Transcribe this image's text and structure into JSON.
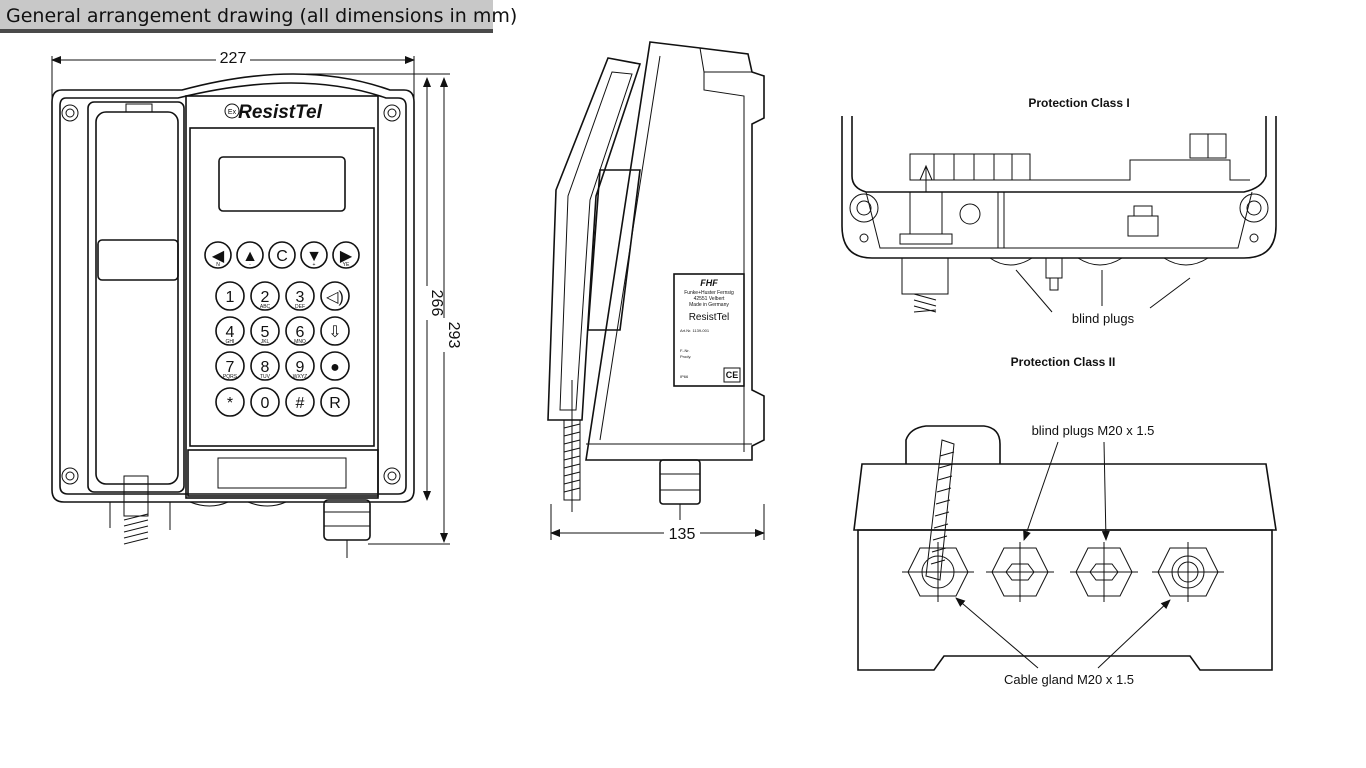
{
  "header": {
    "title": "General arrangement drawing (all dimensions in mm)"
  },
  "front_view": {
    "brand_logo": "ResistTel",
    "dim_width": "227",
    "dim_height_inner": "266",
    "dim_height_outer": "293",
    "keypad": {
      "nav_keys": [
        {
          "symbol": "◀",
          "sub": "N"
        },
        {
          "symbol": "▲",
          "sub": "-"
        },
        {
          "symbol": "C",
          "sub": ""
        },
        {
          "symbol": "▼",
          "sub": "+"
        },
        {
          "symbol": "▶",
          "sub": "YE"
        }
      ],
      "rows": [
        [
          {
            "symbol": "1",
            "sub": ""
          },
          {
            "symbol": "2",
            "sub": "ABC"
          },
          {
            "symbol": "3",
            "sub": "DEF"
          },
          {
            "symbol": "◁)",
            "sub": ""
          }
        ],
        [
          {
            "symbol": "4",
            "sub": "GHI"
          },
          {
            "symbol": "5",
            "sub": "JKL"
          },
          {
            "symbol": "6",
            "sub": "MNO"
          },
          {
            "symbol": "⇩",
            "sub": ""
          }
        ],
        [
          {
            "symbol": "7",
            "sub": "PQRS"
          },
          {
            "symbol": "8",
            "sub": "TUV"
          },
          {
            "symbol": "9",
            "sub": "WXYZ"
          },
          {
            "symbol": "●",
            "sub": ""
          }
        ],
        [
          {
            "symbol": "*",
            "sub": ""
          },
          {
            "symbol": "0",
            "sub": ""
          },
          {
            "symbol": "#",
            "sub": ""
          },
          {
            "symbol": "R",
            "sub": ""
          }
        ]
      ]
    }
  },
  "side_view": {
    "dim_depth": "135",
    "label_plate": {
      "maker": "FHF",
      "company": "Funke+Huster Fernsig",
      "address": "42551 Velbert",
      "country": "Made in Germany",
      "brand": "ResistTel",
      "art_no": "Art.Nr. 1139-001",
      "f_nr": "F.-Nr.",
      "prody": "Prody.",
      "ip": "IP66",
      "ce": "CE"
    }
  },
  "class_one": {
    "title": "Protection Class I",
    "callout": "blind plugs"
  },
  "class_two": {
    "title": "Protection Class II",
    "callout_plugs": "blind plugs M20 x 1.5",
    "callout_gland": "Cable gland M20 x 1.5"
  }
}
